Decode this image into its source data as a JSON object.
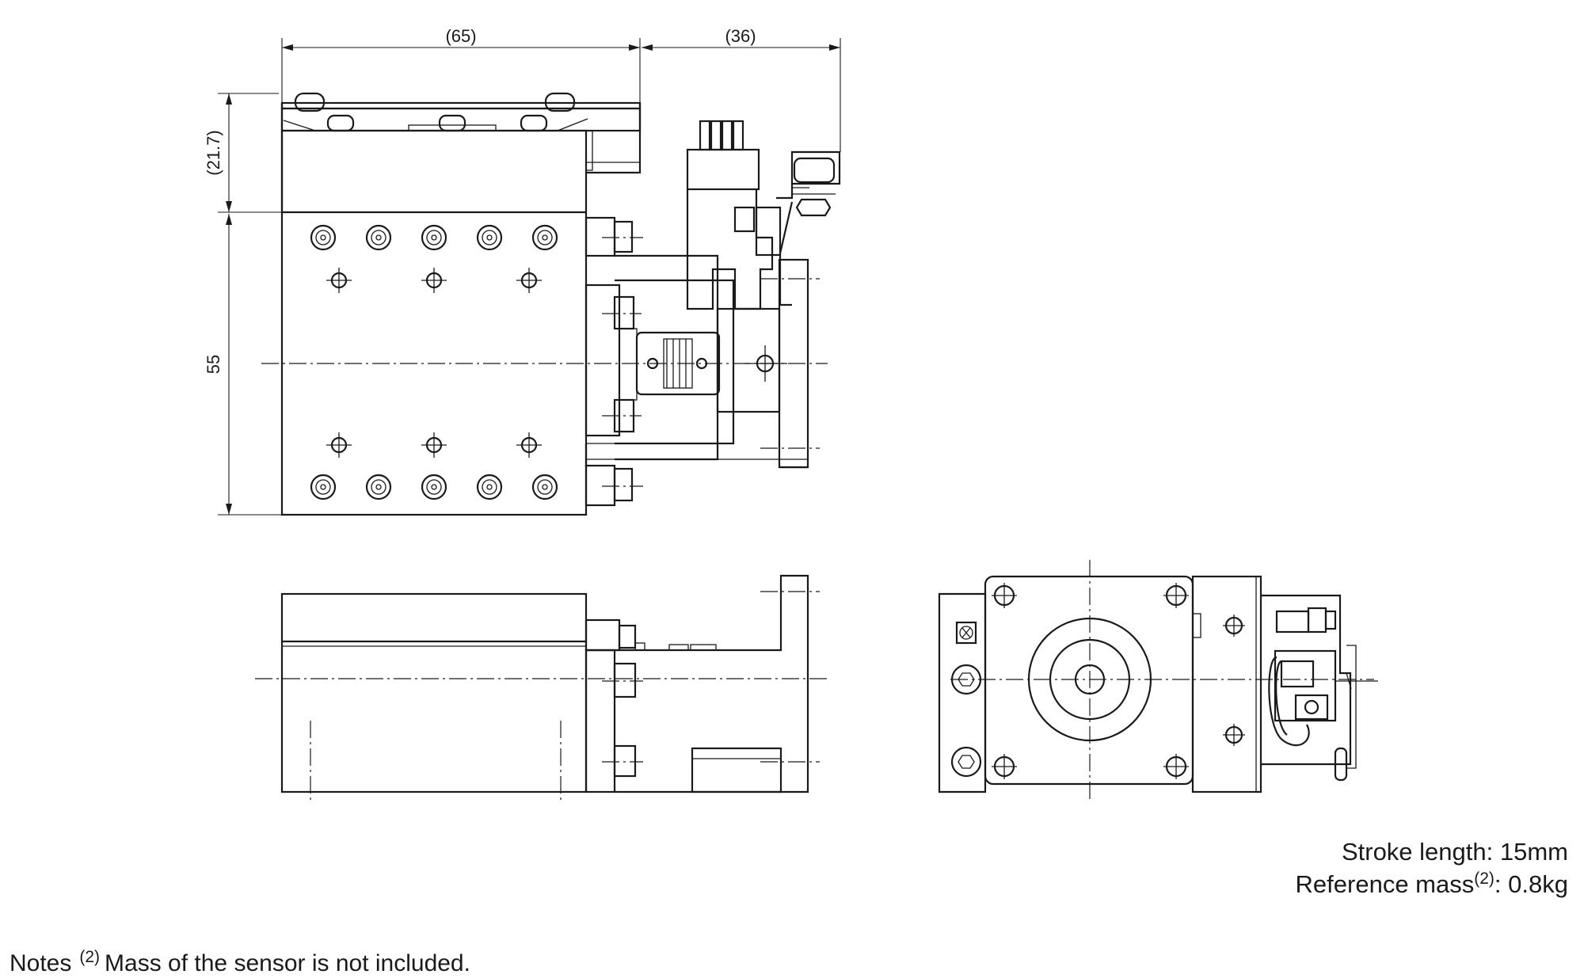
{
  "dimensions": {
    "top_overall_width": "(65)",
    "top_motor_width": "(36)",
    "left_upper_height": "(21.7)",
    "left_table_height": "55"
  },
  "specs": {
    "stroke_label": "Stroke length",
    "stroke_value": "15mm",
    "mass_label": "Reference mass",
    "mass_note_ref": "(2)",
    "mass_value": "0.8kg"
  },
  "notes": {
    "heading": "Notes",
    "ref": "(2)",
    "text": "Mass of the sensor is not included."
  }
}
